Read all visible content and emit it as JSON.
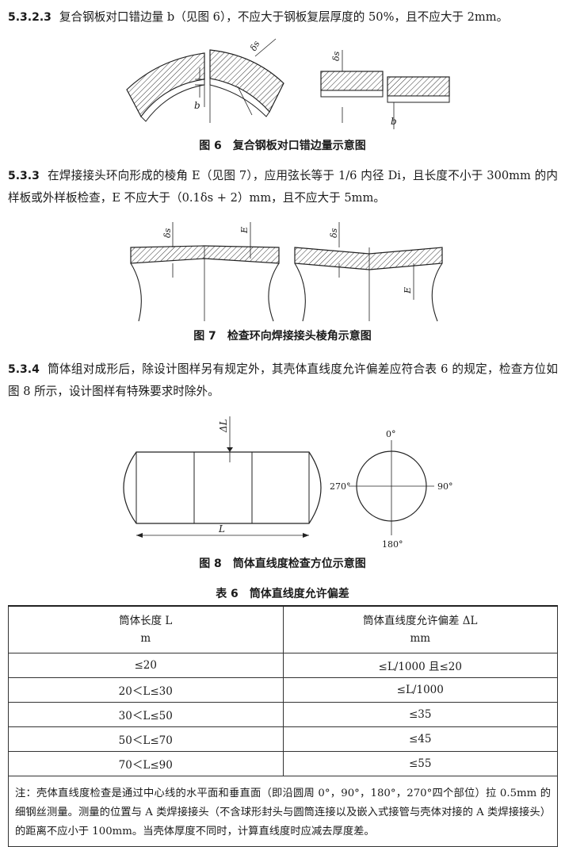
{
  "section_5_3_2_3": {
    "number": "5.3.2.3",
    "text": "复合钢板对口错边量 b（见图 6），不应大于钢板复层厚度的 50%，且不应大于 2mm。"
  },
  "figure6": {
    "labels": {
      "delta_s": "δs",
      "b": "b"
    },
    "caption_num": "图 6",
    "caption_text": "复合钢板对口错边量示意图"
  },
  "section_5_3_3": {
    "number": "5.3.3",
    "text": "在焊接接头环向形成的棱角 E（见图 7），应用弦长等于 1/6 内径 Di，且长度不小于 300mm 的内样板或外样板检查，E 不应大于（0.1δs + 2）mm，且不应大于 5mm。"
  },
  "figure7": {
    "labels": {
      "delta_s": "δs",
      "E": "E"
    },
    "caption_num": "图 7",
    "caption_text": "检查环向焊接接头棱角示意图"
  },
  "section_5_3_4": {
    "number": "5.3.4",
    "text": "筒体组对成形后，除设计图样另有规定外，其壳体直线度允许偏差应符合表 6 的规定，检查方位如图 8 所示，设计图样有特殊要求时除外。"
  },
  "figure8": {
    "labels": {
      "delta_L": "ΔL",
      "L": "L",
      "deg0": "0°",
      "deg90": "90°",
      "deg180": "180°",
      "deg270": "270°"
    },
    "caption_num": "图 8",
    "caption_text": "筒体直线度检查方位示意图"
  },
  "table6": {
    "title_num": "表 6",
    "title_text": "筒体直线度允许偏差",
    "col1_header": "筒体长度 L",
    "col1_unit": "m",
    "col2_header": "筒体直线度允许偏差 ΔL",
    "col2_unit": "mm",
    "rows": [
      {
        "length": "≤20",
        "deviation": "≤L/1000 且≤20"
      },
      {
        "length": "20＜L≤30",
        "deviation": "≤L/1000"
      },
      {
        "length": "30＜L≤50",
        "deviation": "≤35"
      },
      {
        "length": "50＜L≤70",
        "deviation": "≤45"
      },
      {
        "length": "70＜L≤90",
        "deviation": "≤55"
      }
    ],
    "note": "注：壳体直线度检查是通过中心线的水平面和垂直面（即沿圆周 0°，90°，180°，270°四个部位）拉 0.5mm 的细钢丝测量。测量的位置与 A 类焊接接头（不含球形封头与圆筒连接以及嵌入式接管与壳体对接的 A 类焊接接头）的距离不应小于 100mm。当壳体厚度不同时，计算直线度时应减去厚度差。"
  }
}
